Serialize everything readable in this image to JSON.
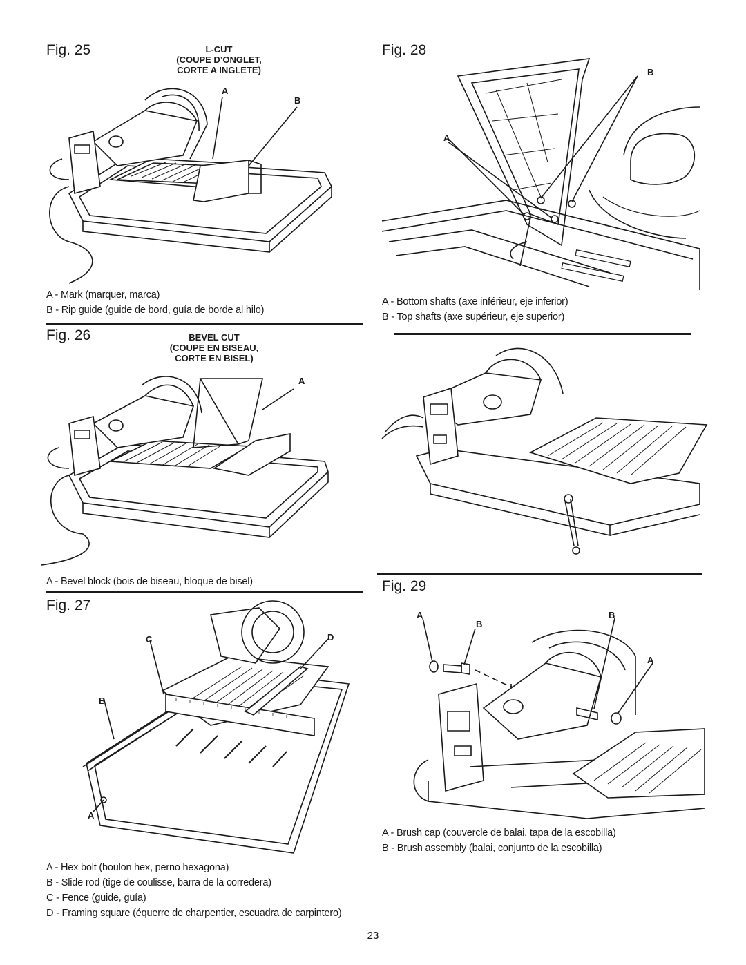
{
  "fig25": {
    "title": "Fig. 25",
    "label_lines": [
      "L-CUT",
      "(COUPE D’ONGLET,",
      "CORTE A INGLETE)"
    ],
    "callouts": {
      "a": "A",
      "b": "B"
    },
    "legend": [
      "A - Mark (marquer, marca)",
      "B - Rip guide (guide de bord, guía de borde al hilo)"
    ]
  },
  "fig26": {
    "title": "Fig. 26",
    "label_lines": [
      "BEVEL CUT",
      "(COUPE EN BISEAU,",
      "CORTE EN BISEL)"
    ],
    "callouts": {
      "a": "A"
    },
    "legend": [
      "A - Bevel block (bois de biseau, bloque de bisel)"
    ]
  },
  "fig27": {
    "title": "Fig. 27",
    "callouts": {
      "a": "A",
      "b": "B",
      "c": "C",
      "d": "D"
    },
    "legend": [
      "A - Hex bolt (boulon hex, perno hexagona)",
      "B - Slide rod (tige de coulisse, barra de la corredera)",
      "C - Fence (guide, guía)",
      "D - Framing square (équerre de charpentier, escuadra de carpintero)"
    ]
  },
  "fig28": {
    "title": "Fig. 28",
    "callouts": {
      "a": "A",
      "b": "B"
    },
    "legend": [
      "A - Bottom shafts (axe inférieur, eje inferior)",
      "B - Top shafts (axe supérieur, eje superior)"
    ]
  },
  "fig29": {
    "title": "Fig. 29",
    "callouts": {
      "a1": "A",
      "b1": "B",
      "b2": "B",
      "a2": "A"
    },
    "legend": [
      "A - Brush cap (couvercle de balai, tapa de la escobilla)",
      "B - Brush assembly (balai, conjunto de la escobilla)"
    ]
  },
  "page_number": "23"
}
